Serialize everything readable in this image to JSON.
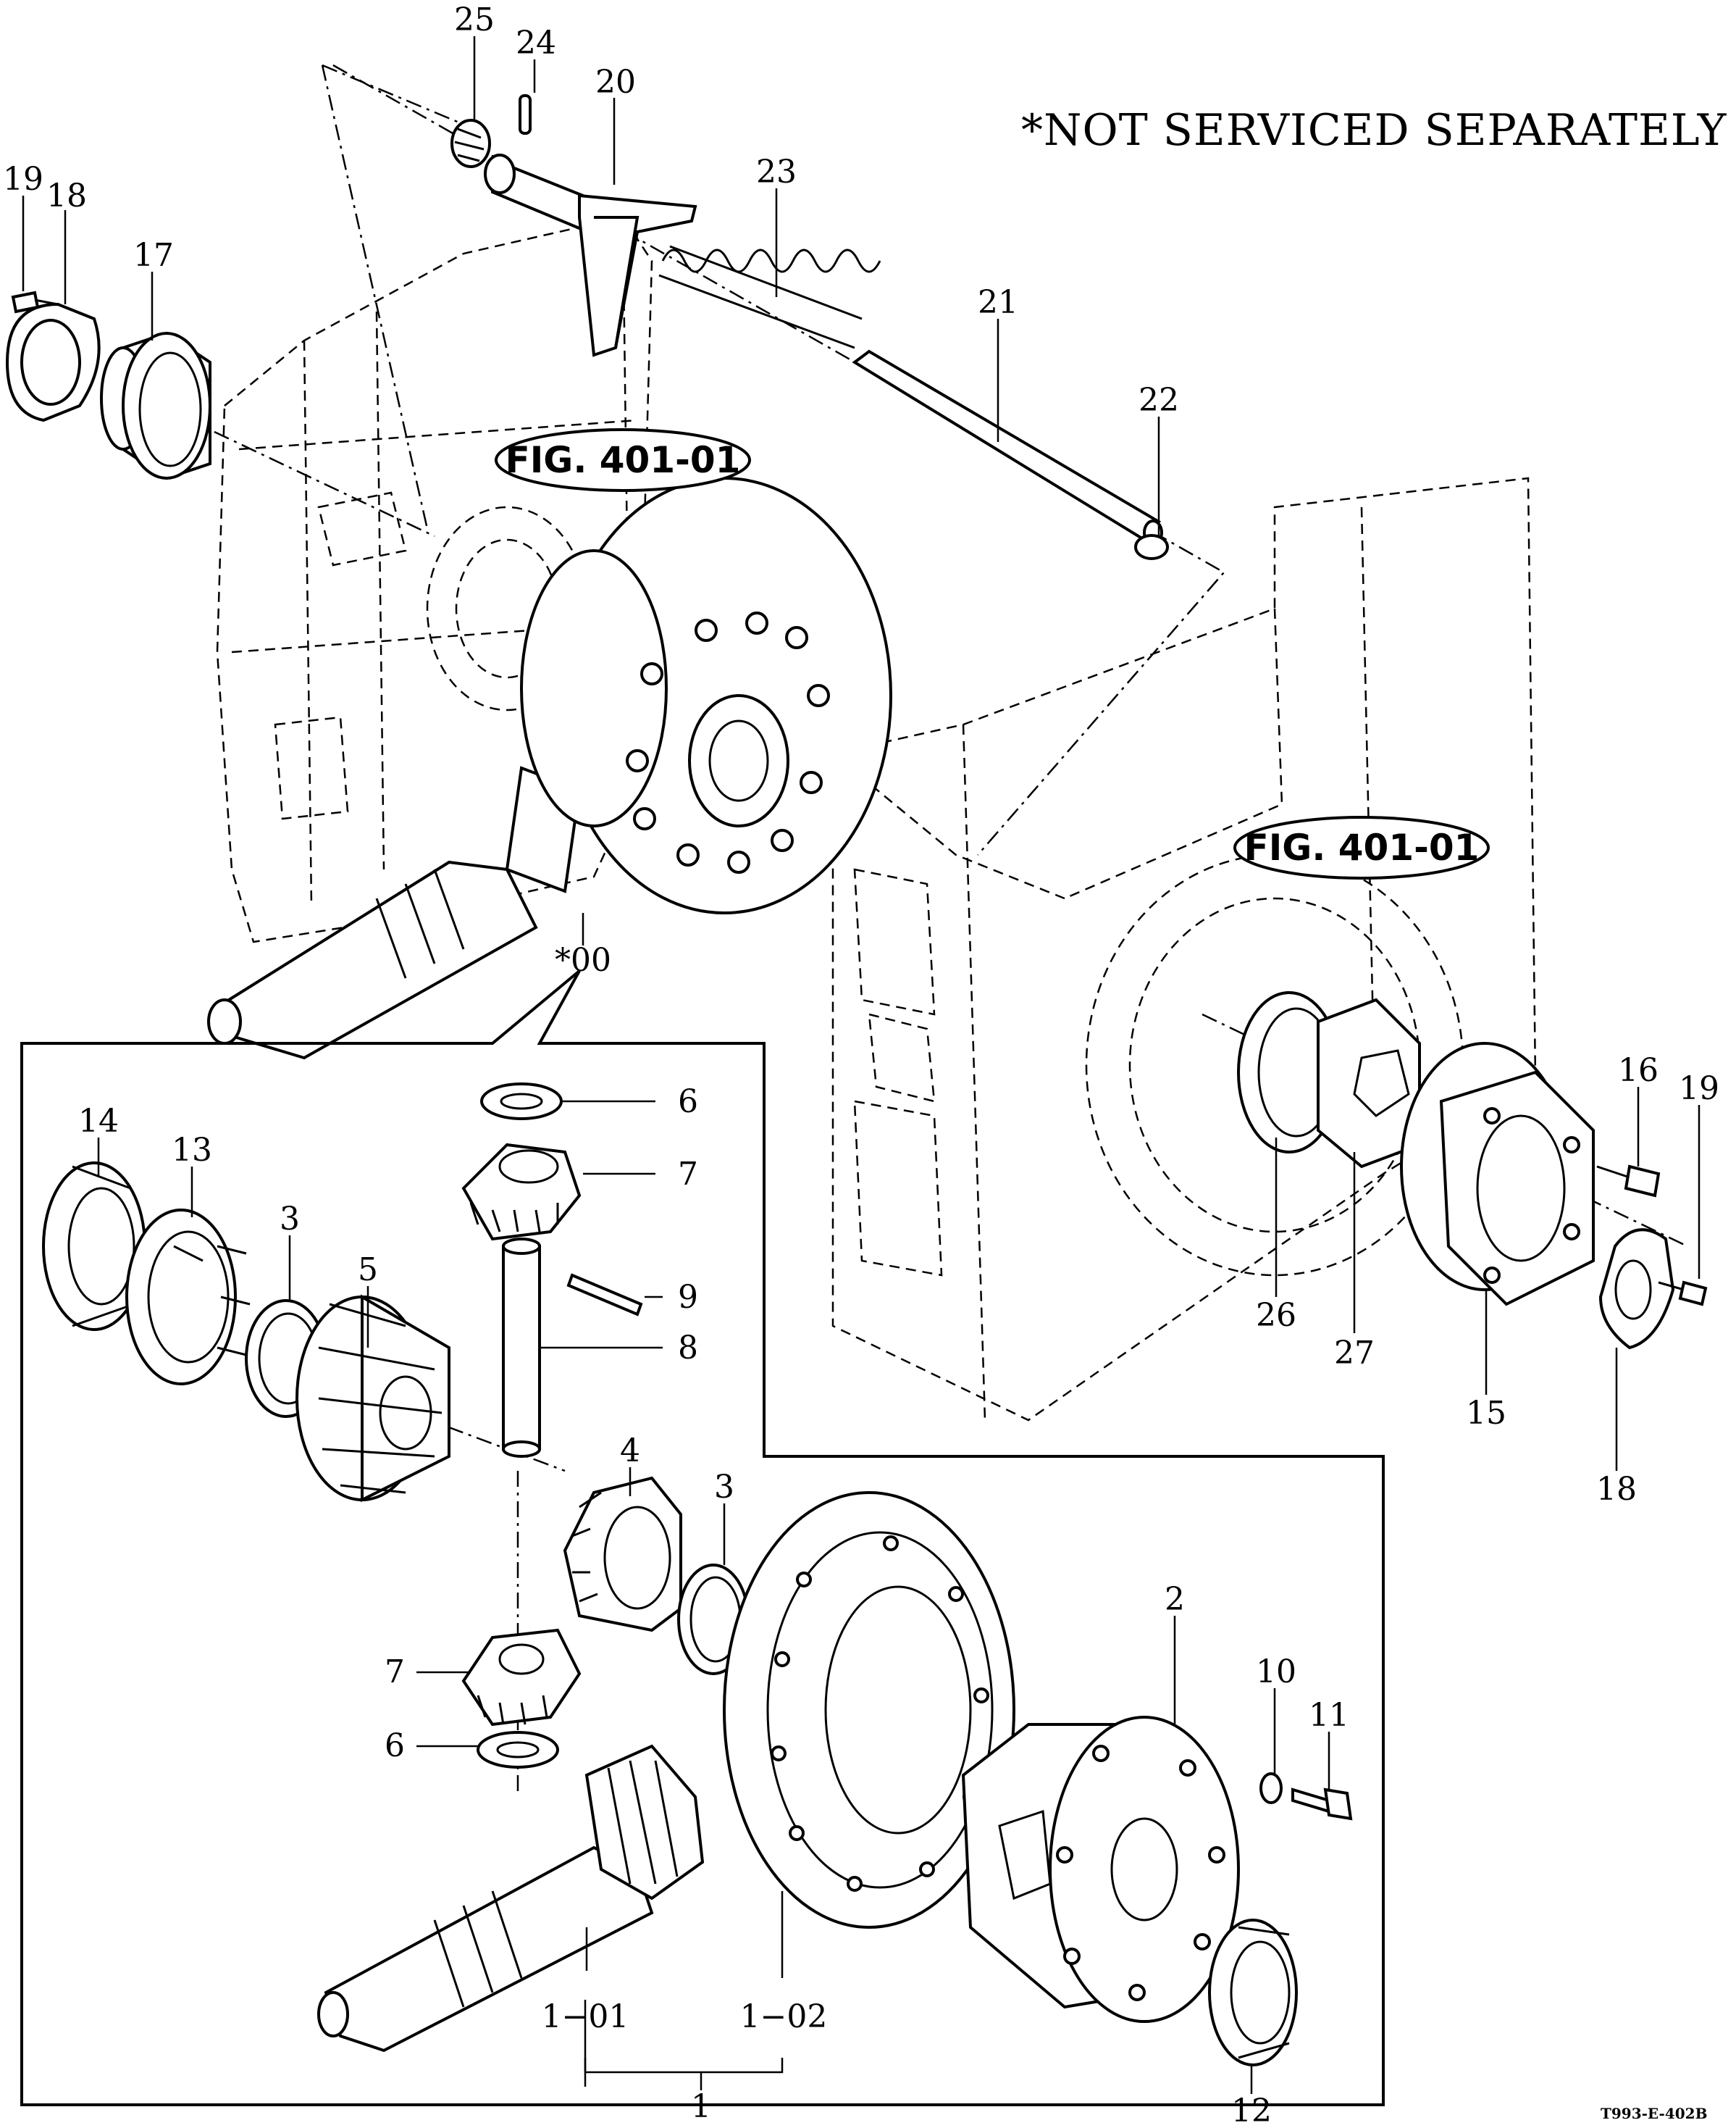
{
  "note": "*NOT SERVICED SEPARATELY",
  "figure_refs": [
    "FIG. 401-01",
    "FIG. 401-01"
  ],
  "drawing_code": "T993-E-402B",
  "assembly_label": "*00",
  "callouts": {
    "c25": "25",
    "c24": "24",
    "c20": "20",
    "c23": "23",
    "c21": "21",
    "c22": "22",
    "c19a": "19",
    "c18a": "18",
    "c17": "17",
    "c16": "16",
    "c19b": "19",
    "c26": "26",
    "c27": "27",
    "c15": "15",
    "c18b": "18",
    "c14": "14",
    "c13": "13",
    "c3a": "3",
    "c5": "5",
    "c6a": "6",
    "c7a": "7",
    "c9": "9",
    "c8": "8",
    "c4": "4",
    "c3b": "3",
    "c7b": "7",
    "c6b": "6",
    "c2": "2",
    "c10": "10",
    "c11": "11",
    "c1_01": "1−01",
    "c1_02": "1−02",
    "c1": "1",
    "c12": "12"
  }
}
